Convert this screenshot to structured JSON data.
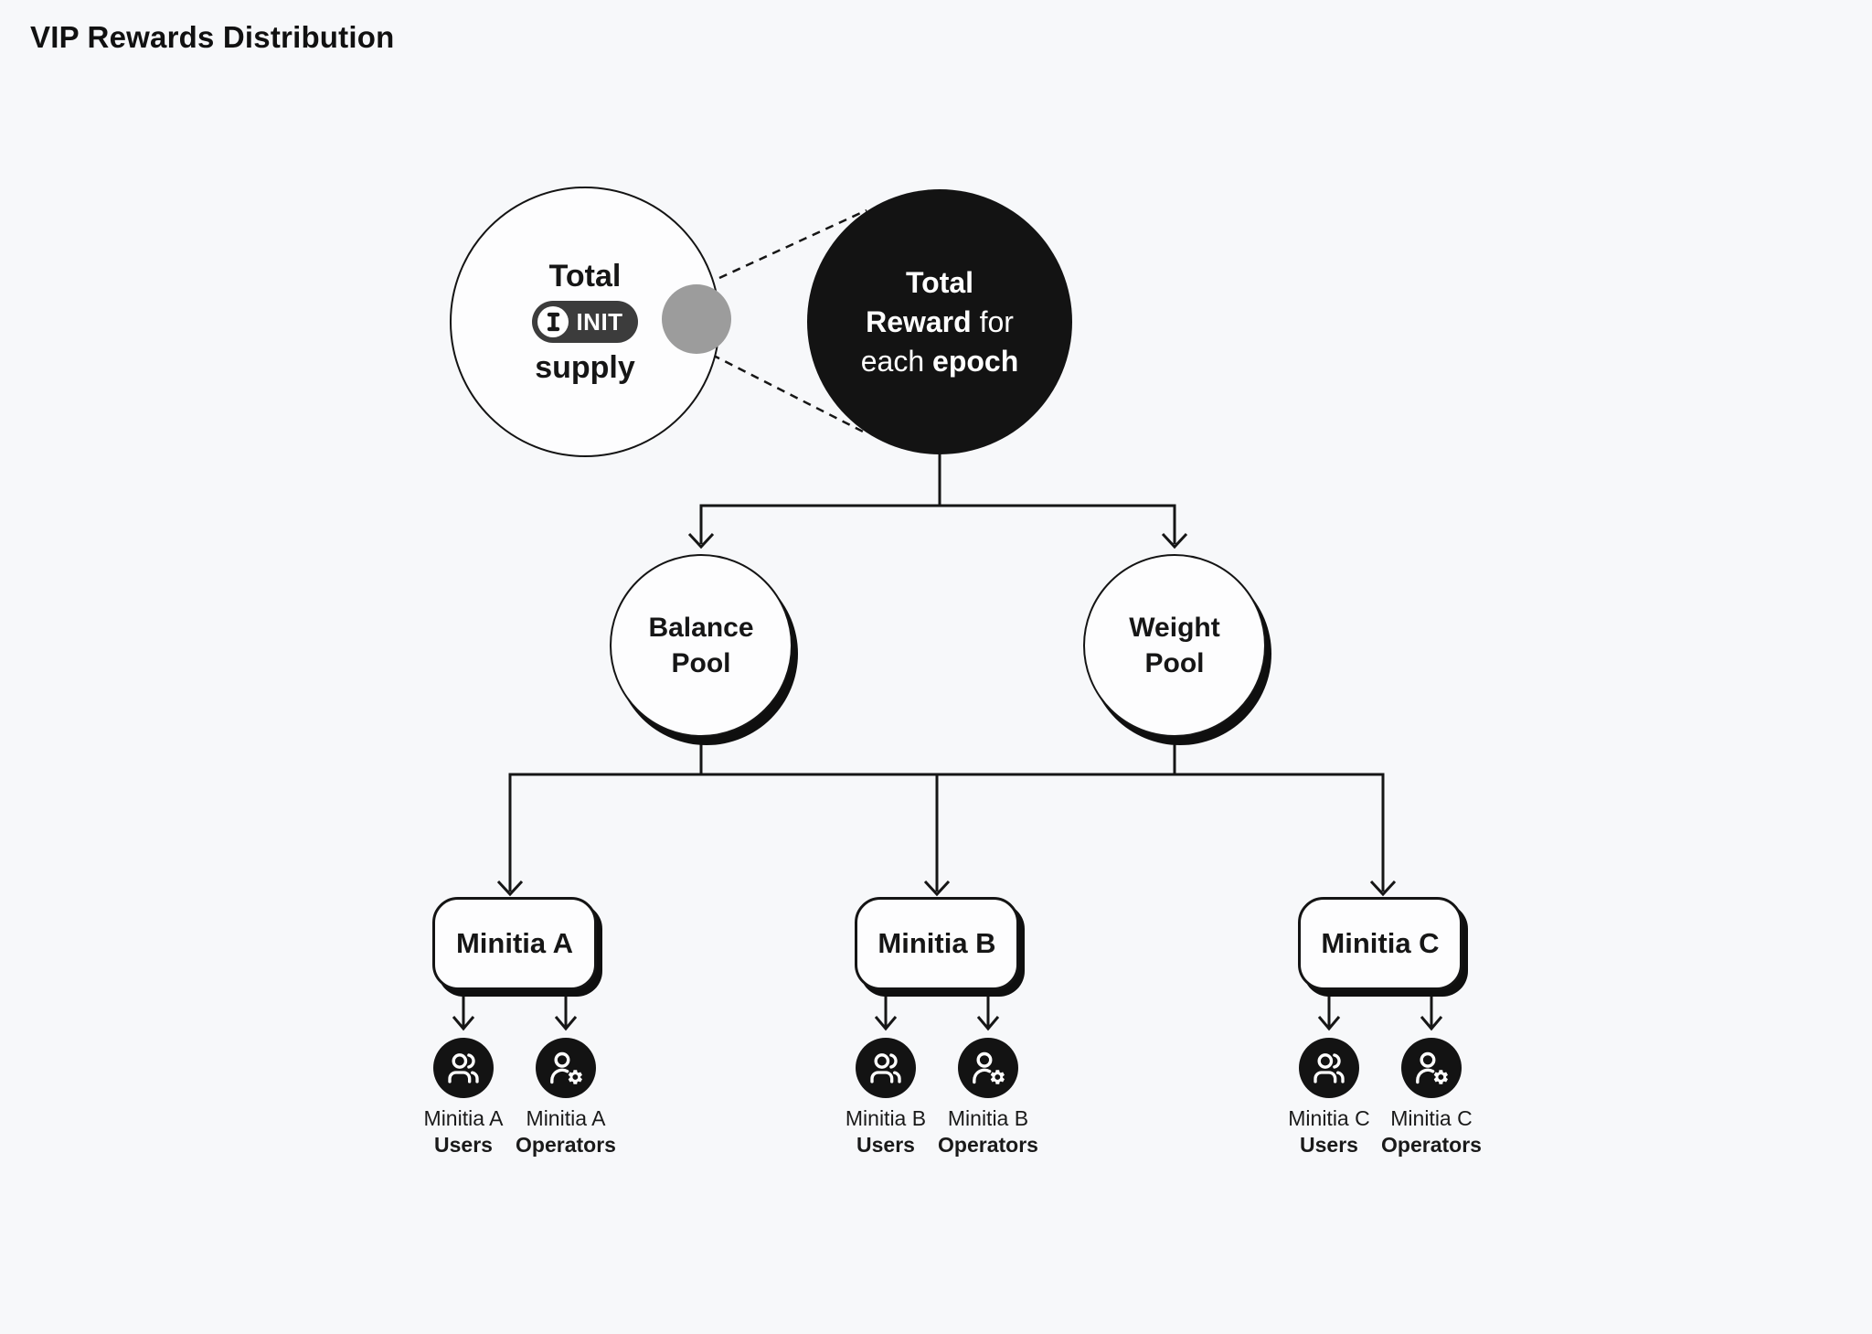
{
  "title": "VIP Rewards Distribution",
  "colors": {
    "background": "#f7f8fa",
    "ink": "#161616",
    "circle_fill_dark": "#131313",
    "gray_dot": "#9c9c9c",
    "badge_background": "#3c3c3c"
  },
  "supply_circle": {
    "line1": "Total",
    "badge_label": "INIT",
    "badge_icon": "init-token-icon",
    "line2": "supply"
  },
  "reward_circle": {
    "line1": "Total",
    "line2_bold": "Reward",
    "line2_regular": " for",
    "line3_regular": "each ",
    "line3_bold": "epoch"
  },
  "pools": [
    {
      "line1": "Balance",
      "line2": "Pool"
    },
    {
      "line1": "Weight",
      "line2": "Pool"
    }
  ],
  "minitias": [
    {
      "name": "Minitia A",
      "children": [
        {
          "group": "Minitia A",
          "role": "Users",
          "icon": "users-icon"
        },
        {
          "group": "Minitia A",
          "role": "Operators",
          "icon": "operator-icon"
        }
      ]
    },
    {
      "name": "Minitia B",
      "children": [
        {
          "group": "Minitia B",
          "role": "Users",
          "icon": "users-icon"
        },
        {
          "group": "Minitia B",
          "role": "Operators",
          "icon": "operator-icon"
        }
      ]
    },
    {
      "name": "Minitia C",
      "children": [
        {
          "group": "Minitia C",
          "role": "Users",
          "icon": "users-icon"
        },
        {
          "group": "Minitia C",
          "role": "Operators",
          "icon": "operator-icon"
        }
      ]
    }
  ]
}
